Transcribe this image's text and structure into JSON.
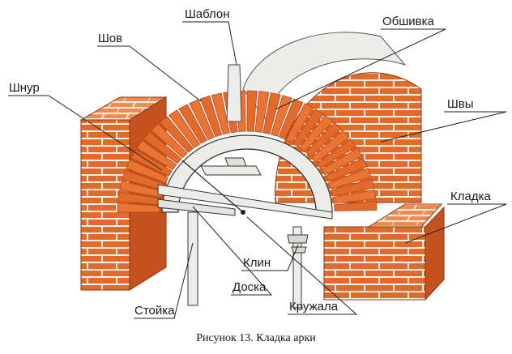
{
  "labels": {
    "template": "Шаблон",
    "seam": "Шов",
    "sheathing": "Обшивка",
    "cord": "Шнур",
    "seams": "Швы",
    "masonry": "Кладка",
    "wedge": "Клин",
    "board": "Доска",
    "post": "Стойка",
    "centering": "Кружала"
  },
  "caption": "Рисунок 13. Кладка арки",
  "colors": {
    "brick": "#e36a2a",
    "brick_dark": "#b8461a",
    "brick_top": "#f08a4c",
    "mortar": "#f3f1ea",
    "timber": "#ececea",
    "paper": "#ffffff"
  }
}
